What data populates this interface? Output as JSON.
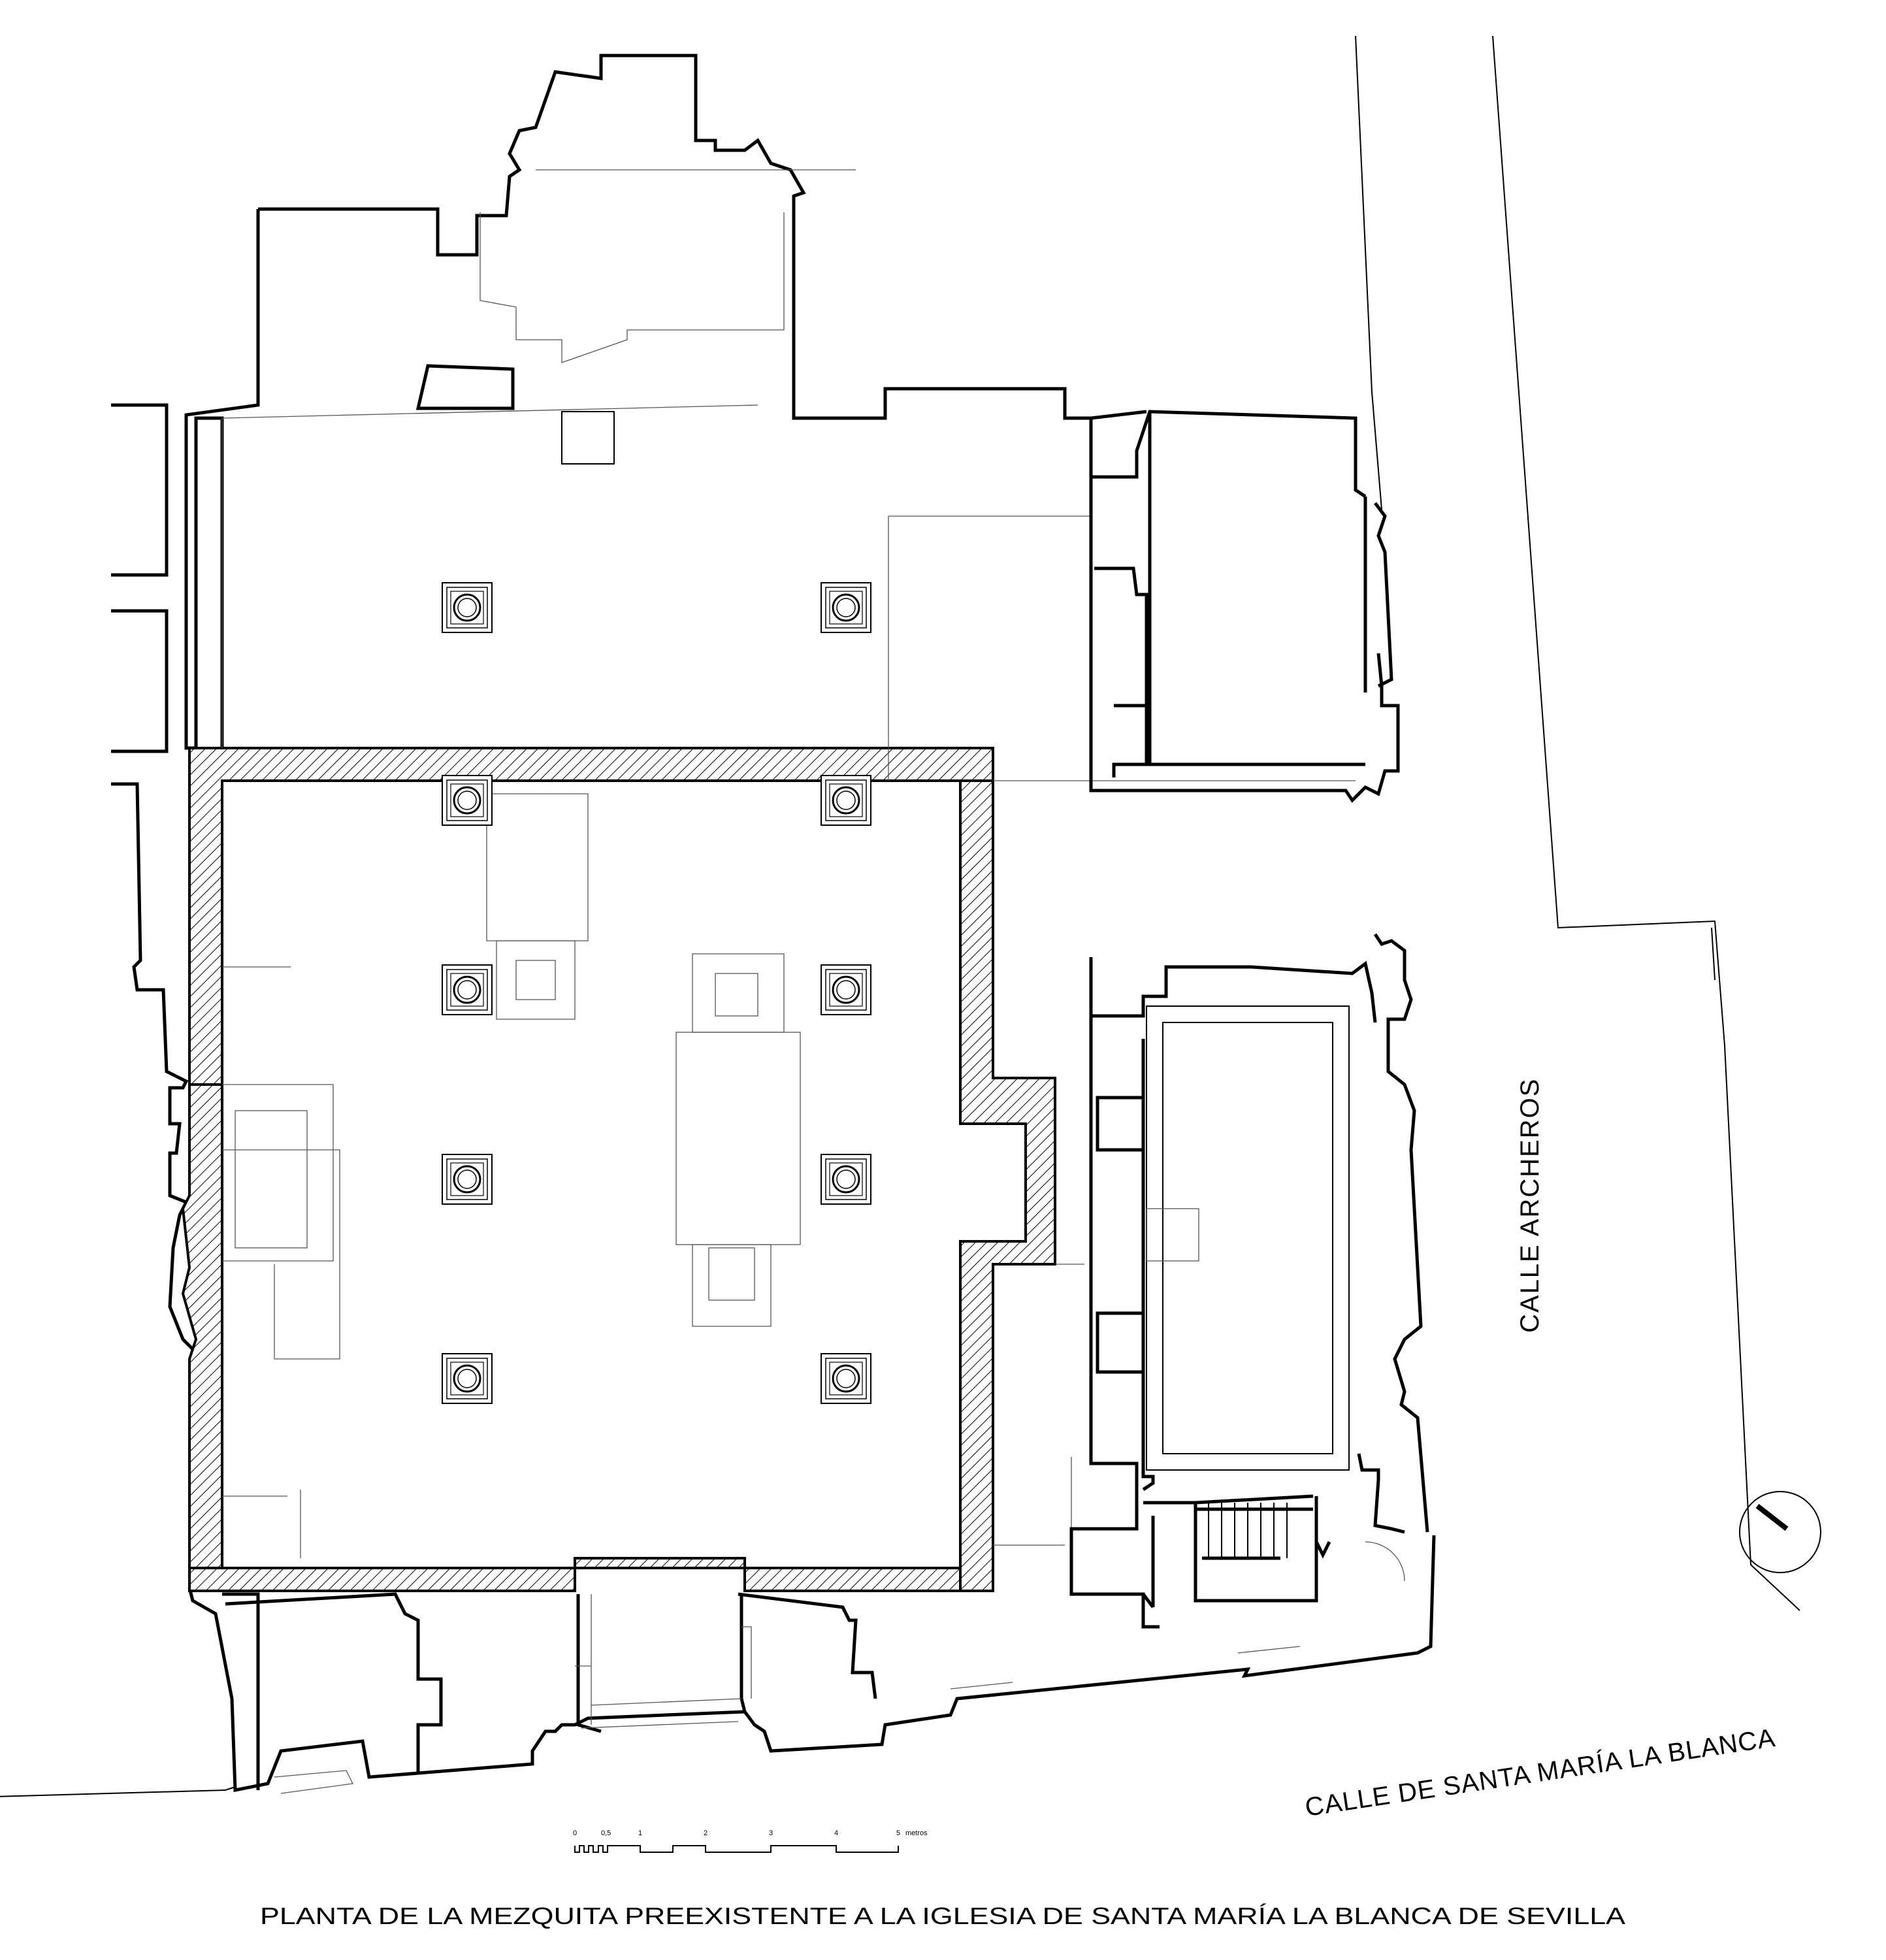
{
  "labels": {
    "title": "PLANTA DE LA MEZQUITA PREEXISTENTE A LA IGLESIA DE SANTA MARÍA LA BLANCA DE SEVILLA",
    "street_east": "CALLE  ARCHEROS",
    "street_south": "CALLE  DE SANTA MARÍA LA BLANCA"
  },
  "scale_bar": {
    "ticks": [
      "0",
      "0,5",
      "1",
      "2",
      "3",
      "4",
      "5"
    ],
    "unit": "metros"
  },
  "columns": [
    {
      "id": "c1"
    },
    {
      "id": "c2"
    },
    {
      "id": "c3"
    },
    {
      "id": "c4"
    },
    {
      "id": "c5"
    },
    {
      "id": "c6"
    },
    {
      "id": "c7"
    },
    {
      "id": "c8"
    },
    {
      "id": "c9"
    },
    {
      "id": "c10"
    }
  ],
  "colors": {
    "ink": "#000000",
    "paper": "#ffffff",
    "thin_line": "#555555"
  }
}
